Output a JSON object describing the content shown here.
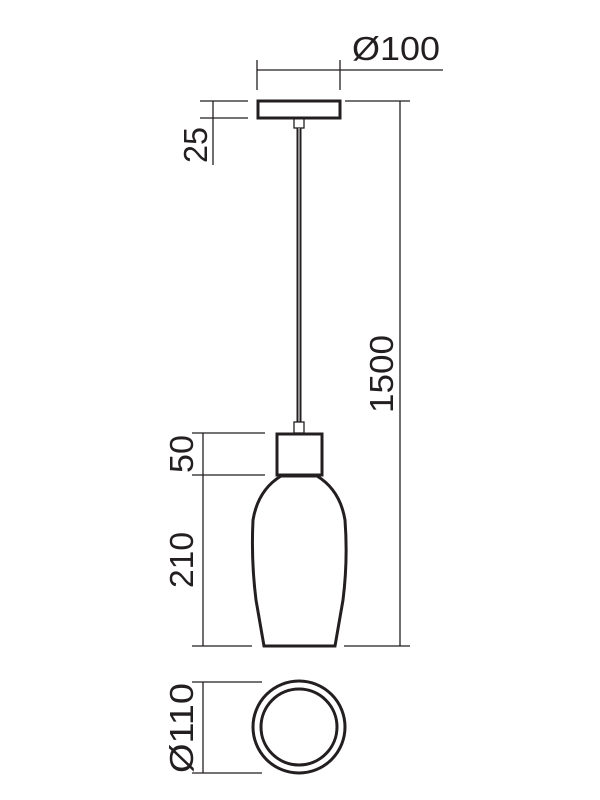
{
  "drawing": {
    "title": "Pendant lamp dimension drawing",
    "dimensions": {
      "canopy_diameter": "Ø100",
      "canopy_height": "25",
      "total_height": "1500",
      "socket_height": "50",
      "shade_height": "210",
      "shade_diameter": "Ø110"
    },
    "line_color": "#231f20"
  }
}
